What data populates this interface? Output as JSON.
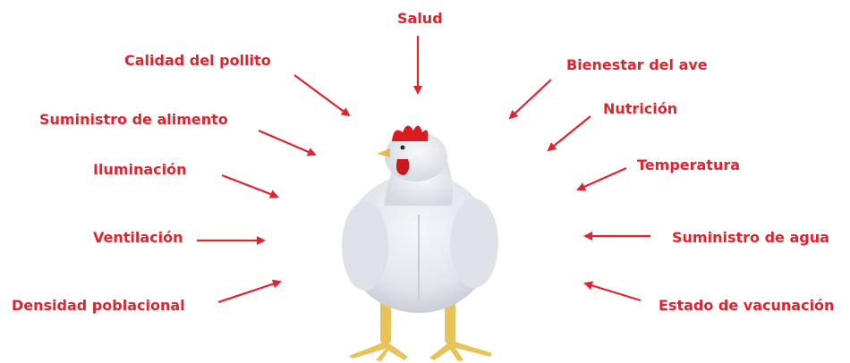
{
  "colors": {
    "accent": "#e0242f",
    "chicken_body": "#e9ecf0",
    "chicken_shadow": "#c9ced6",
    "comb": "#d81d20",
    "legs": "#e8c35a",
    "beak": "#e9b94c"
  },
  "factors": {
    "salud": "Salud",
    "calidad_pollito": "Calidad del pollito",
    "bienestar_ave": "Bienestar del ave",
    "suministro_alimento": "Suministro de alimento",
    "nutricion": "Nutrición",
    "iluminacion": "Iluminación",
    "temperatura": "Temperatura",
    "ventilacion": "Ventilación",
    "suministro_agua": "Suministro de agua",
    "densidad_poblacional": "Densidad poblacional",
    "estado_vacunacion": "Estado de vacunación"
  },
  "image": {
    "icon": "broiler-chicken-icon"
  }
}
